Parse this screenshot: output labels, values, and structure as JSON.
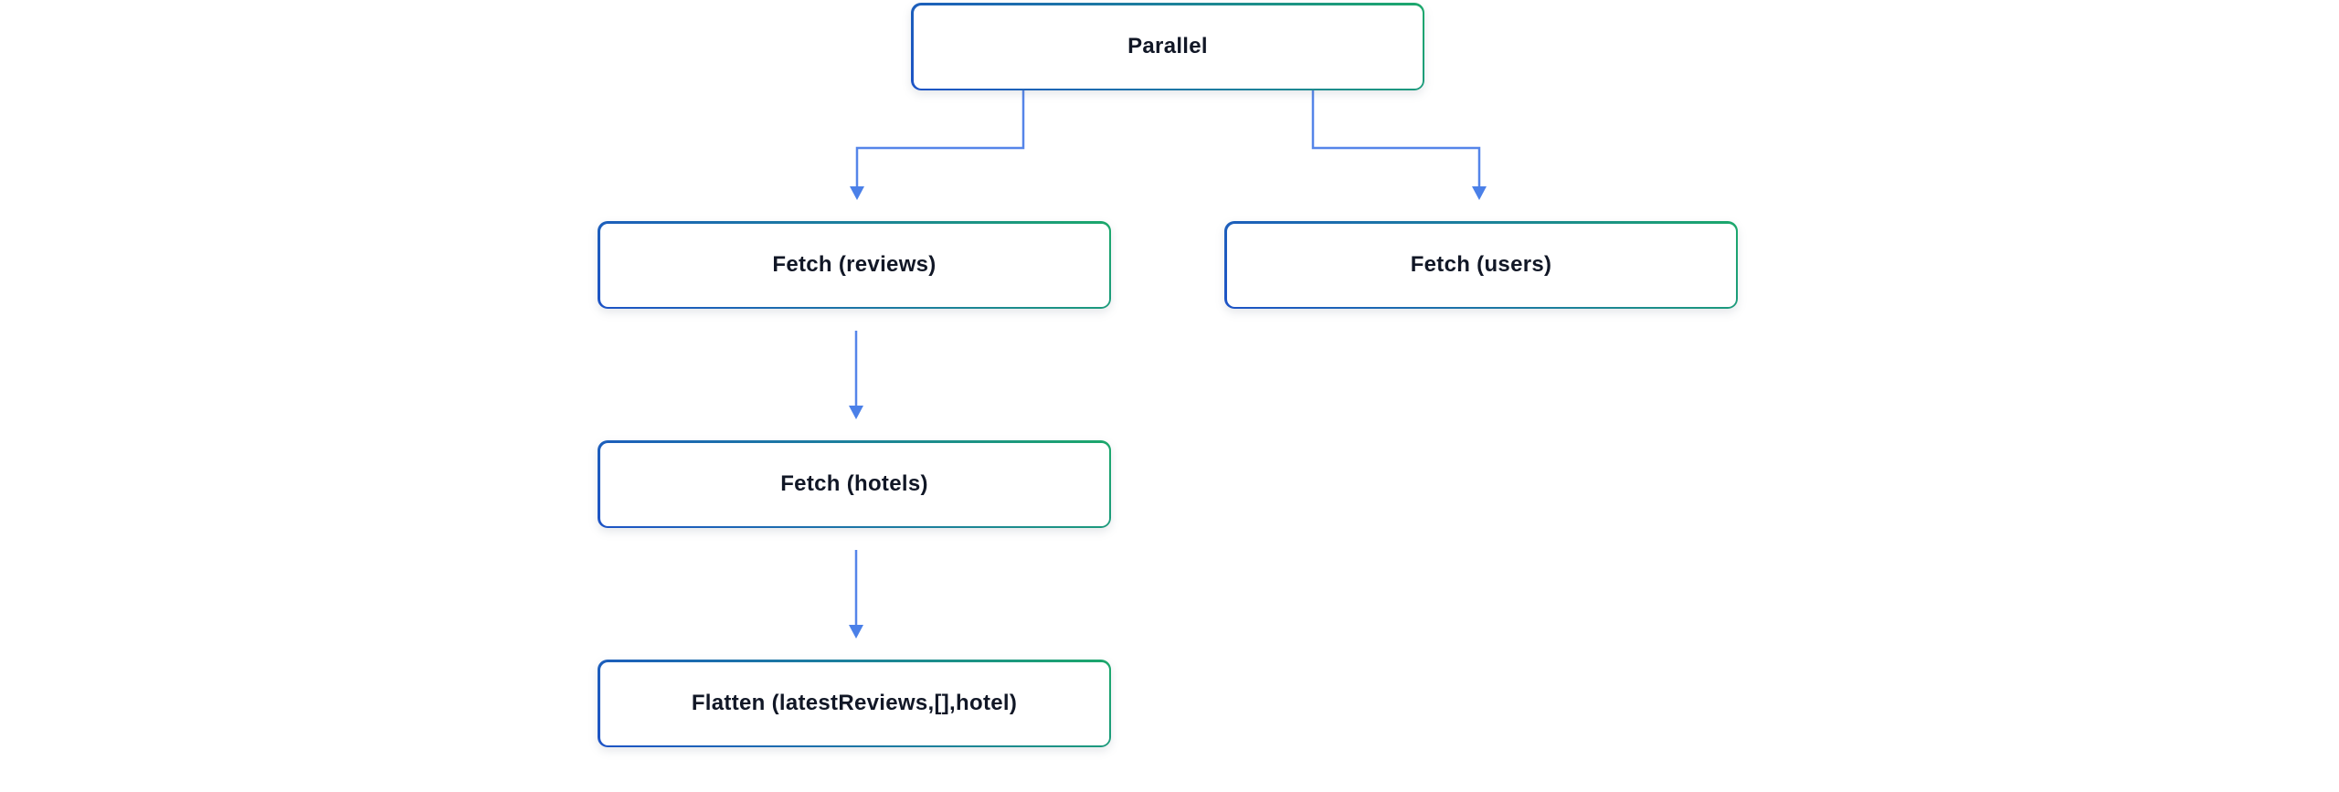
{
  "diagram": {
    "kind": "workflow-flowchart",
    "nodes": [
      {
        "id": "parallel",
        "label": "Parallel"
      },
      {
        "id": "fetch-reviews",
        "label": "Fetch (reviews)"
      },
      {
        "id": "fetch-users",
        "label": "Fetch (users)"
      },
      {
        "id": "fetch-hotels",
        "label": "Fetch (hotels)"
      },
      {
        "id": "flatten",
        "label": "Flatten (latestReviews,[],hotel)"
      }
    ],
    "edges": [
      {
        "from": "parallel",
        "to": "fetch-reviews"
      },
      {
        "from": "parallel",
        "to": "fetch-users"
      },
      {
        "from": "fetch-reviews",
        "to": "fetch-hotels"
      },
      {
        "from": "fetch-hotels",
        "to": "flatten"
      }
    ],
    "colors": {
      "node_border_gradient_start": "#1d53c6",
      "node_border_gradient_end": "#1ca86b",
      "node_fill": "#ffffff",
      "node_text": "#111726",
      "connector": "#5585e9",
      "arrowhead": "#4b80e8",
      "background": "#ffffff"
    }
  }
}
